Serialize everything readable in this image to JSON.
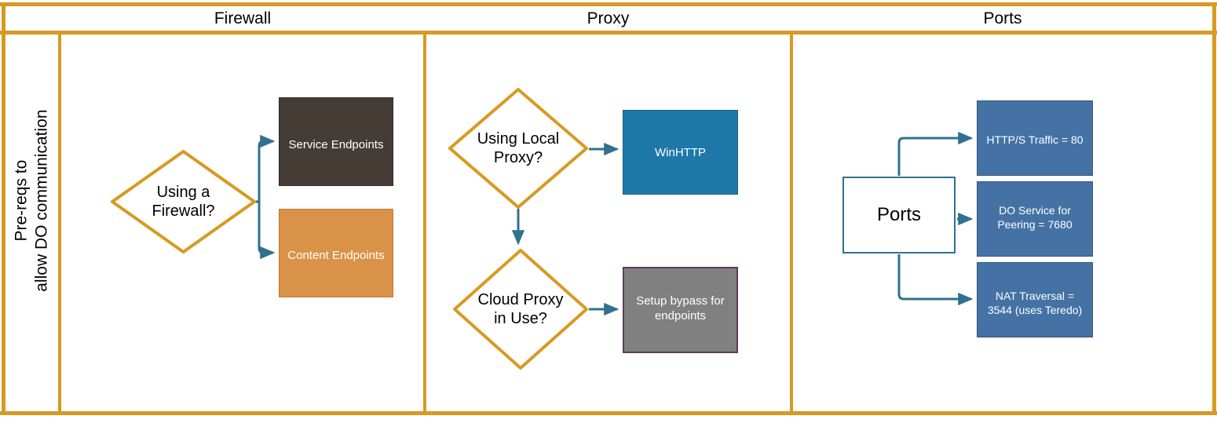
{
  "diagram": {
    "row_label": "Pre-reqs to\nallow DO communication",
    "lanes": [
      {
        "id": "firewall",
        "header": "Firewall"
      },
      {
        "id": "proxy",
        "header": "Proxy"
      },
      {
        "id": "ports",
        "header": "Ports"
      }
    ]
  },
  "colors": {
    "lane_border": "#D79A22",
    "diamond_stroke": "#D79A22",
    "connector": "#31708F",
    "service_endpoints_fill": "#453C36",
    "content_endpoints_fill": "#DA9248",
    "winhttp_fill": "#1E78A8",
    "setup_bypass_fill": "#808080",
    "setup_bypass_stroke": "#5C3A5E",
    "port_box_fill": "#4472A4",
    "ports_source_stroke": "#31708F",
    "text_dark": "#000000",
    "text_light": "#FFFFFF"
  },
  "firewall": {
    "decision": "Using a\nFirewall?",
    "outputs": [
      {
        "id": "service-endpoints",
        "label": "Service Endpoints"
      },
      {
        "id": "content-endpoints",
        "label": "Content Endpoints"
      }
    ]
  },
  "proxy": {
    "decision_local": "Using Local\nProxy?",
    "decision_cloud": "Cloud Proxy\nin Use?",
    "outputs": [
      {
        "id": "winhttp",
        "label": "WinHTTP"
      },
      {
        "id": "setup-bypass",
        "label": "Setup bypass for endpoints"
      }
    ]
  },
  "ports": {
    "source": "Ports",
    "outputs": [
      {
        "id": "http-traffic",
        "label": "HTTP/S Traffic = 80"
      },
      {
        "id": "do-service-peering",
        "label": "DO Service for Peering = 7680"
      },
      {
        "id": "nat-traversal",
        "label": "NAT Traversal = 3544 (uses Teredo)"
      }
    ]
  }
}
